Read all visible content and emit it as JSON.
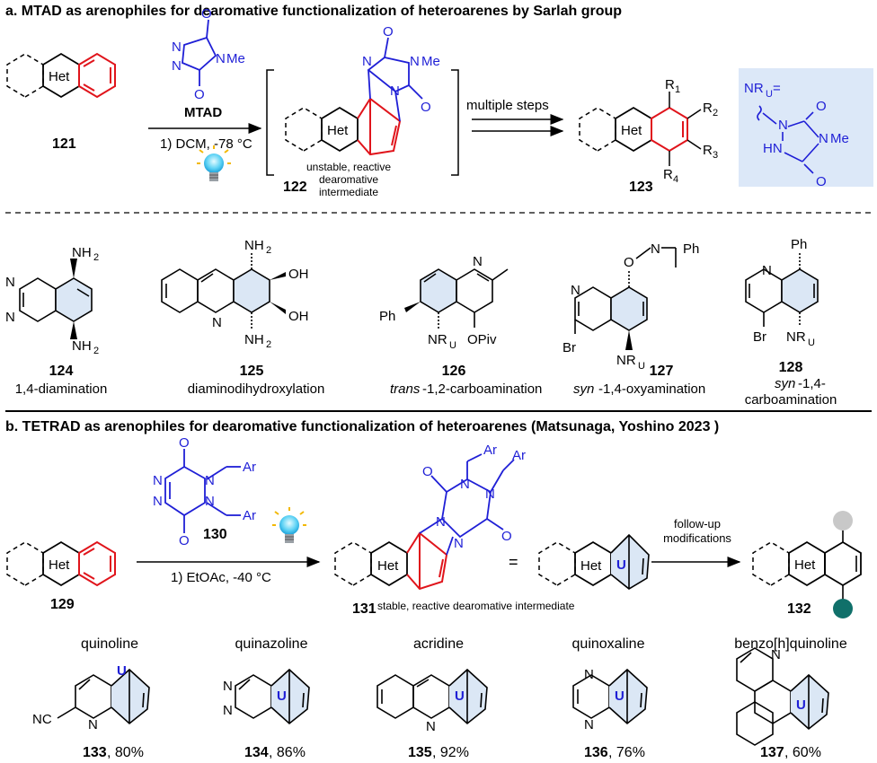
{
  "section_a": {
    "title": "a. MTAD as arenophiles for dearomative functionalization of heteroarenes by Sarlah group",
    "reagent": {
      "o_top": "O",
      "o_bot": "O",
      "n1": "N",
      "n2": "N",
      "n_me": "N",
      "me": "Me",
      "name": "MTAD"
    },
    "condition": "1) DCM, -78 °C",
    "multiple_steps": "multiple steps",
    "het": "Het",
    "c121": "121",
    "c122": "122",
    "note_line1": "unstable, reactive",
    "note_line2": "dearomative",
    "note_line3": "intermediate",
    "c123": "123",
    "adduct": {
      "o1": "O",
      "o2": "O",
      "n1": "N",
      "n2": "N",
      "n_me": "N",
      "me": "Me"
    },
    "product": {
      "r1": "R",
      "r2": "R",
      "r3": "R",
      "r4": "R",
      "s1": "1",
      "s2": "2",
      "s3": "3",
      "s4": "4"
    },
    "nru_box": {
      "nr": "NR",
      "u": "U",
      "eq": " =",
      "o1": "O",
      "o2": "O",
      "n1": "N",
      "hn": "HN",
      "n_me": "N",
      "me": "Me"
    }
  },
  "examples_a": [
    {
      "num": "124",
      "desc_pre": "",
      "desc_it": "",
      "desc": "1,4-diamination",
      "labels": {
        "n1": "N",
        "n2": "N",
        "nh2a": "NH",
        "nh2b": "NH",
        "sub": "2"
      }
    },
    {
      "num": "125",
      "desc_pre": "",
      "desc_it": "",
      "desc": "diaminodihydroxylation",
      "labels": {
        "n": "N",
        "nh2a": "NH",
        "nh2b": "NH",
        "sub": "2",
        "oh1": "OH",
        "oh2": "OH"
      }
    },
    {
      "num": "126",
      "desc_it": "trans",
      "desc": "-1,2-carboamination",
      "labels": {
        "n": "N",
        "ph": "Ph",
        "nr": "NR",
        "u": "U",
        "opiv": "OPiv"
      }
    },
    {
      "num": "127",
      "desc_it": "syn",
      "desc": "-1,4-oxyamination",
      "labels": {
        "n": "N",
        "o": "O",
        "n2": "N",
        "ph": "Ph",
        "br": "Br",
        "nr": "NR",
        "u": "U"
      }
    },
    {
      "num": "128",
      "desc_it": "syn",
      "desc": "-1,4-",
      "desc2": "carboamination",
      "labels": {
        "n": "N",
        "ph": "Ph",
        "br": "Br",
        "nr": "NR",
        "u": "U"
      }
    }
  ],
  "section_b": {
    "title": "b. TETRAD as arenophiles for dearomative functionalization of heteroarenes (Matsunaga, Yoshino 2023 )",
    "reagent": {
      "o1": "O",
      "o2": "O",
      "n1": "N",
      "n2": "N",
      "n3": "N",
      "n4": "N",
      "ar1": "Ar",
      "ar2": "Ar",
      "num": "130"
    },
    "condition": "1) EtOAc, -40 °C",
    "c129": "129",
    "c131": "131",
    "c131_note": "stable, reactive dearomative intermediate",
    "eq": "=",
    "u": "U",
    "het": "Het",
    "follow1": "follow-up",
    "follow2": "modifications",
    "c132": "132",
    "adduct": {
      "o1": "O",
      "o2": "O",
      "n1": "N",
      "n2": "N",
      "n3": "N",
      "n4": "N",
      "ar1": "Ar",
      "ar2": "Ar"
    }
  },
  "examples_b": [
    {
      "name": "quinoline",
      "num": "133",
      "yield": ", 80%",
      "labels": {
        "n": "N",
        "nc": "NC"
      }
    },
    {
      "name": "quinazoline",
      "num": "134",
      "yield": ", 86%",
      "labels": {
        "n1": "N",
        "n2": "N"
      }
    },
    {
      "name": "acridine",
      "num": "135",
      "yield": ", 92%",
      "labels": {
        "n": "N"
      }
    },
    {
      "name": "quinoxaline",
      "num": "136",
      "yield": ", 76%",
      "labels": {
        "n1": "N",
        "n2": "N"
      }
    },
    {
      "name": "benzo[h]quinoline",
      "num": "137",
      "yield": ", 60%",
      "labels": {
        "n": "N"
      }
    }
  ],
  "colors": {
    "blue": "#1f1fd6",
    "red": "#e0141b",
    "box": "#dce8f8",
    "dot_gray": "#c8c8c8",
    "dot_teal": "#10706a",
    "ring_fill": "#dbe7f5"
  },
  "icons": [
    "lightbulb-icon",
    "lightbulb-icon"
  ]
}
